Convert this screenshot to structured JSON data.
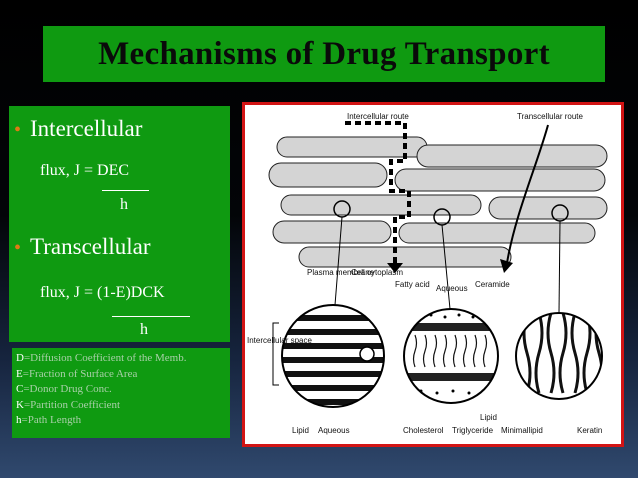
{
  "slide": {
    "title": "Mechanisms of Drug Transport",
    "bullets": [
      {
        "label": "Intercellular",
        "formula": "flux, J = DEC",
        "denominator": "h"
      },
      {
        "label": "Transcellular",
        "formula": "flux, J = (1-E)DCK",
        "denominator": "h"
      }
    ],
    "legend": [
      {
        "letter": "D",
        "text": "=Diffusion Coefficient of the Memb."
      },
      {
        "letter": "E",
        "text": "=Fraction of Surface Area"
      },
      {
        "letter": "C",
        "text": "=Donor Drug Conc."
      },
      {
        "letter": "K",
        "text": "=Partition Coefficient"
      },
      {
        "letter": "h",
        "text": "=Path Length"
      }
    ]
  },
  "diagram": {
    "labels": {
      "intercellular_route": "Intercellular route",
      "transcellular_route": "Transcellular route",
      "plasma_membrane": "Plasma membrane",
      "cell_cytoplasm": "Cell cytoplasm",
      "fatty_acid": "Fatty acid",
      "aqueous_top": "Aqueous",
      "ceramide": "Ceramide",
      "intercellular_space": "Intercellular space",
      "lipid_left": "Lipid",
      "aqueous_bottom": "Aqueous",
      "lipid_mid": "Lipid",
      "cholesterol": "Cholesterol",
      "triglyceride": "Triglyceride",
      "minimal_lipid": "Minimallipid",
      "keratin": "Keratin"
    },
    "colors": {
      "accent_border": "#d21414",
      "panel_green": "#0f9a11"
    }
  }
}
